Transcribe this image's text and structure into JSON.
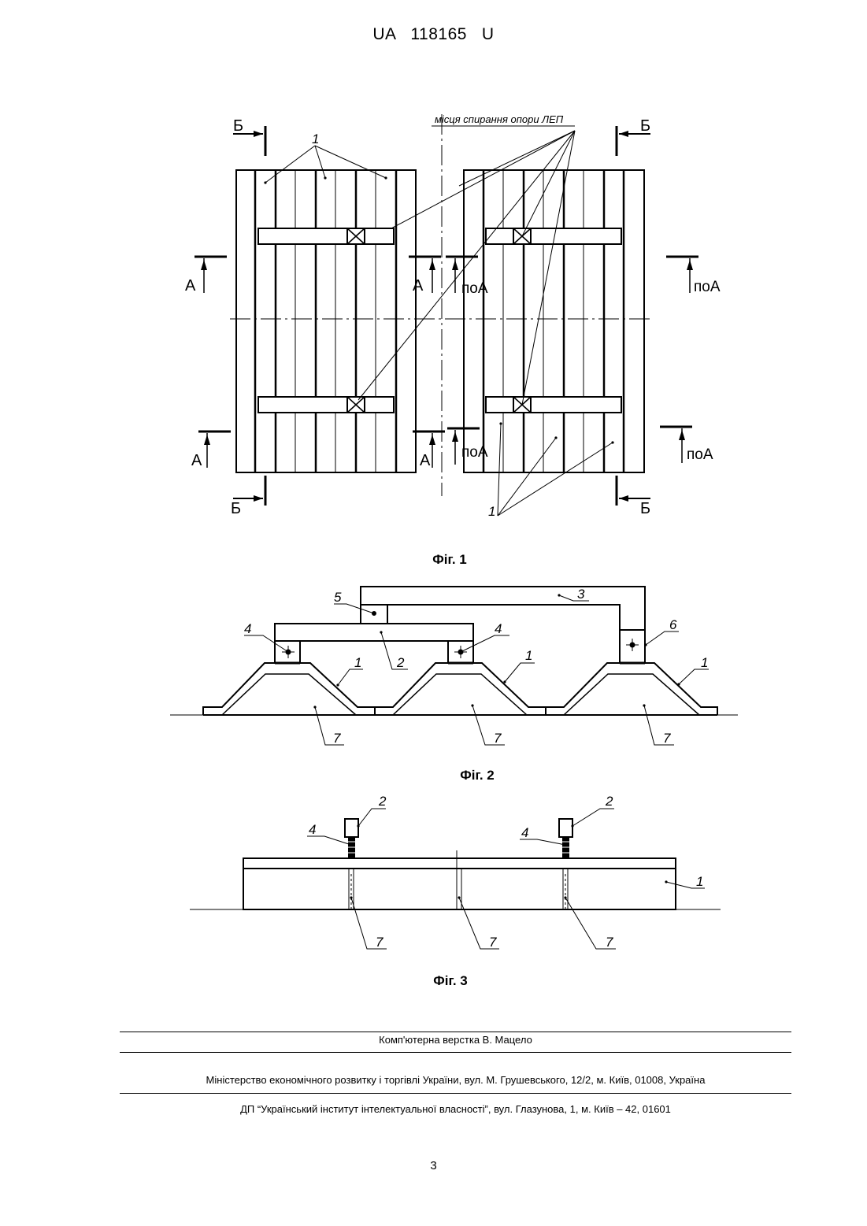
{
  "header": {
    "doc_id": "UA   118165   U"
  },
  "figures": {
    "fig1": {
      "caption": "Фіг. 1",
      "annotation": "місця спирання опори ЛЕП",
      "labels": {
        "A": "А",
        "B": "Б",
        "poA": "поА",
        "item1": "1"
      }
    },
    "fig2": {
      "caption": "Фіг. 2",
      "labels": {
        "n1": "1",
        "n2": "2",
        "n3": "3",
        "n4": "4",
        "n5": "5",
        "n6": "6",
        "n7": "7"
      }
    },
    "fig3": {
      "caption": "Фіг. 3",
      "labels": {
        "n1": "1",
        "n2": "2",
        "n4": "4",
        "n7": "7"
      }
    }
  },
  "footer": {
    "layout": "Комп'ютерна верстка В. Мацело",
    "ministry": "Міністерство економічного розвитку і торгівлі України, вул. М. Грушевського, 12/2, м. Київ, 01008, Україна",
    "institute": "ДП “Український інститут інтелектуальної власності”, вул. Глазунова, 1, м. Київ – 42, 01601"
  },
  "page_number": "3"
}
